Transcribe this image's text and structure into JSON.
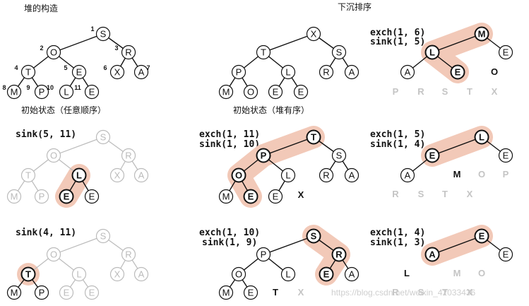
{
  "titles": {
    "left": "堆的构造",
    "right": "下沉排序"
  },
  "captions": {
    "initial_any": "初始状态（任意顺序）",
    "initial_heap": "初始状态（堆有序）"
  },
  "labels": {
    "sink_5_11": "sink(5, 11)",
    "sink_4_11": "sink(4, 11)",
    "p2_line1": "exch(1, 11)",
    "p2_line2": "sink(1, 10)",
    "p3_line1": "exch(1, 10)",
    "p3_line2": "sink(1, 9)",
    "p4_line1": "exch(1, 6)",
    "p4_line2": "sink(1, 5)",
    "p5_line1": "exch(1, 5)",
    "p5_line2": "sink(1, 4)",
    "p6_line1": "exch(1, 4)",
    "p6_line2": "sink(1, 3)"
  },
  "colors": {
    "highlight": "#f2c9b8",
    "faded": "#bbbbbb",
    "ink": "#111111"
  },
  "watermark": "https://blog.csdn.net/weixin_42033436",
  "panels": [
    {
      "id": "build-initial",
      "nodes": [
        {
          "label": "S",
          "idx": "1"
        },
        {
          "label": "O",
          "idx": "2"
        },
        {
          "label": "R",
          "idx": "3"
        },
        {
          "label": "T",
          "idx": "4"
        },
        {
          "label": "E",
          "idx": "5"
        },
        {
          "label": "X",
          "idx": "6"
        },
        {
          "label": "A",
          "idx": "7"
        },
        {
          "label": "M",
          "idx": "8"
        },
        {
          "label": "P",
          "idx": "9"
        },
        {
          "label": "L",
          "idx": "10"
        },
        {
          "label": "E",
          "idx": "11"
        }
      ]
    },
    {
      "id": "build-sink5",
      "nodes": [
        {
          "label": "S"
        },
        {
          "label": "O"
        },
        {
          "label": "R"
        },
        {
          "label": "T"
        },
        {
          "label": "L"
        },
        {
          "label": "X"
        },
        {
          "label": "A"
        },
        {
          "label": "M"
        },
        {
          "label": "P"
        },
        {
          "label": "E"
        },
        {
          "label": "E"
        }
      ]
    },
    {
      "id": "build-sink4",
      "nodes": [
        {
          "label": "S"
        },
        {
          "label": "O"
        },
        {
          "label": "R"
        },
        {
          "label": "T"
        },
        {
          "label": "L"
        },
        {
          "label": "X"
        },
        {
          "label": "A"
        },
        {
          "label": "M"
        },
        {
          "label": "P"
        },
        {
          "label": "E"
        },
        {
          "label": "E"
        }
      ]
    },
    {
      "id": "sort-heap",
      "nodes": [
        {
          "label": "X"
        },
        {
          "label": "T"
        },
        {
          "label": "S"
        },
        {
          "label": "P"
        },
        {
          "label": "L"
        },
        {
          "label": "R"
        },
        {
          "label": "A"
        },
        {
          "label": "M"
        },
        {
          "label": "O"
        },
        {
          "label": "E"
        },
        {
          "label": "E"
        }
      ]
    },
    {
      "id": "sort-step1",
      "nodes": [
        {
          "label": "T"
        },
        {
          "label": "P"
        },
        {
          "label": "S"
        },
        {
          "label": "O"
        },
        {
          "label": "L"
        },
        {
          "label": "R"
        },
        {
          "label": "A"
        },
        {
          "label": "M"
        },
        {
          "label": "E"
        },
        {
          "label": "E"
        }
      ],
      "floats": [
        {
          "label": "X",
          "tone": "dark"
        }
      ]
    },
    {
      "id": "sort-step2",
      "nodes": [
        {
          "label": "S"
        },
        {
          "label": "P"
        },
        {
          "label": "R"
        },
        {
          "label": "O"
        },
        {
          "label": "L"
        },
        {
          "label": "E"
        },
        {
          "label": "A"
        },
        {
          "label": "M"
        },
        {
          "label": "E"
        }
      ],
      "floats": [
        {
          "label": "T",
          "tone": "dark"
        },
        {
          "label": "X",
          "tone": "faded"
        }
      ]
    },
    {
      "id": "sort-step3",
      "nodes": [
        {
          "label": "M"
        },
        {
          "label": "L"
        },
        {
          "label": "E"
        },
        {
          "label": "A"
        },
        {
          "label": "E"
        }
      ],
      "floats": [
        {
          "label": "O",
          "tone": "dark"
        },
        {
          "label": "P",
          "tone": "faded"
        },
        {
          "label": "R",
          "tone": "faded"
        },
        {
          "label": "S",
          "tone": "faded"
        },
        {
          "label": "T",
          "tone": "faded"
        },
        {
          "label": "X",
          "tone": "faded"
        }
      ]
    },
    {
      "id": "sort-step4",
      "nodes": [
        {
          "label": "L"
        },
        {
          "label": "E"
        },
        {
          "label": "E"
        },
        {
          "label": "A"
        }
      ],
      "floats": [
        {
          "label": "M",
          "tone": "dark"
        },
        {
          "label": "O",
          "tone": "faded"
        },
        {
          "label": "P",
          "tone": "faded"
        },
        {
          "label": "R",
          "tone": "faded"
        },
        {
          "label": "S",
          "tone": "faded"
        },
        {
          "label": "T",
          "tone": "faded"
        },
        {
          "label": "X",
          "tone": "faded"
        }
      ]
    },
    {
      "id": "sort-step5",
      "nodes": [
        {
          "label": "E"
        },
        {
          "label": "A"
        },
        {
          "label": "E"
        }
      ],
      "floats": [
        {
          "label": "L",
          "tone": "dark"
        },
        {
          "label": "M",
          "tone": "faded"
        },
        {
          "label": "O",
          "tone": "faded"
        },
        {
          "label": "R",
          "tone": "faded"
        },
        {
          "label": "S",
          "tone": "faded"
        },
        {
          "label": "T",
          "tone": "faded"
        },
        {
          "label": "X",
          "tone": "faded"
        }
      ]
    }
  ]
}
